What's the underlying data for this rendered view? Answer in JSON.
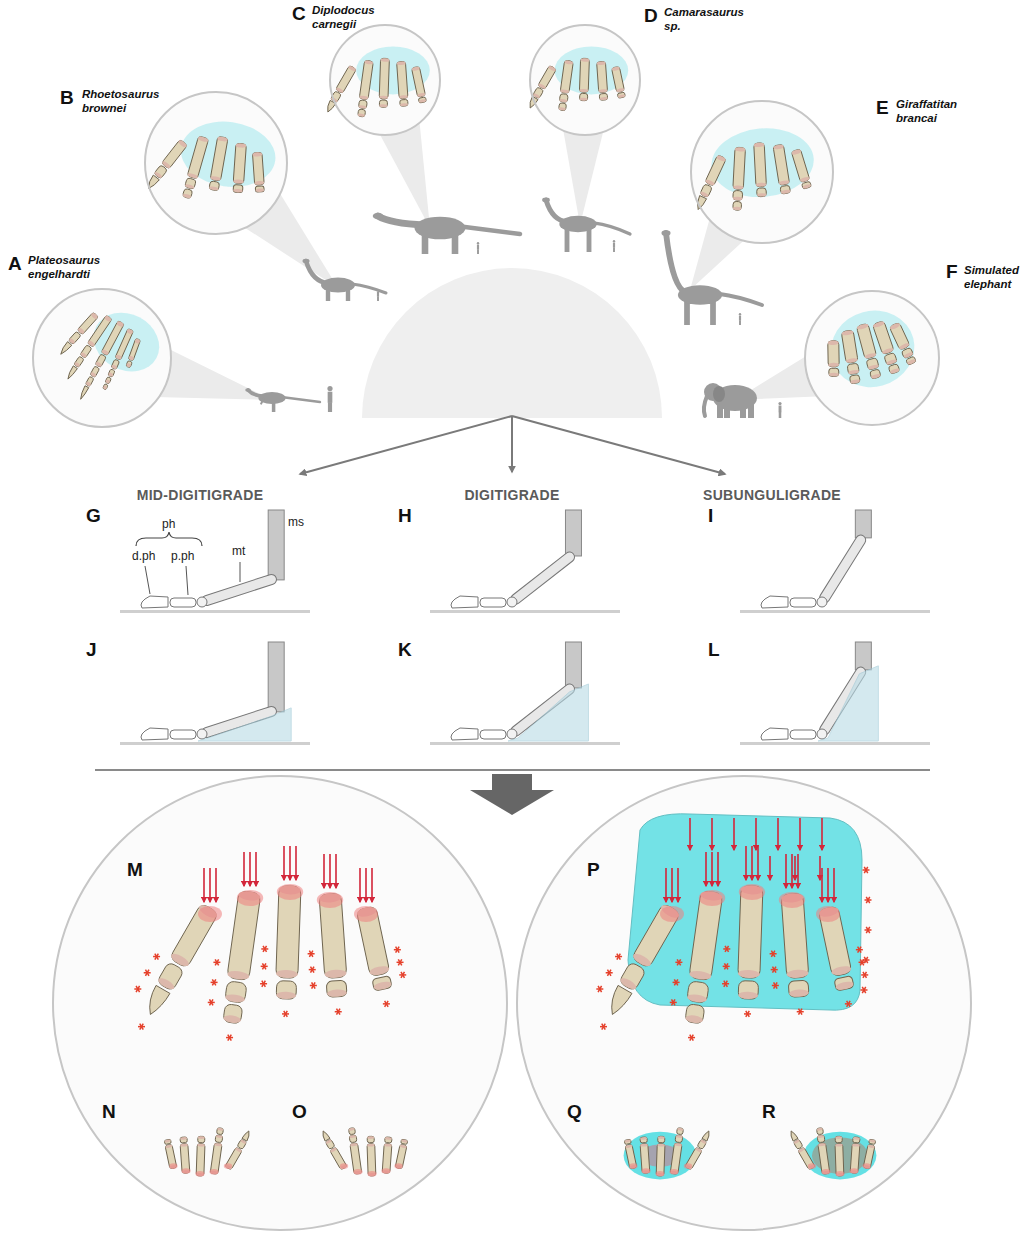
{
  "diagram": {
    "nodes": [
      {
        "text": [
          "A",
          "Plateosaurus engelhardti"
        ]
      },
      {
        "text": [
          "B",
          "Rhoetosaurus brownei"
        ]
      },
      {
        "text": [
          "C",
          "Diplodocus carnegii"
        ]
      },
      {
        "text": [
          "D",
          "Camarasaurus sp."
        ]
      },
      {
        "text": [
          "E",
          "Giraffatitan brancai"
        ]
      },
      {
        "text": [
          "F",
          "Simulated elephant"
        ]
      },
      {
        "text": [
          "M",
          "N",
          "O"
        ]
      },
      {
        "text": [
          "P",
          "Q",
          "R"
        ]
      }
    ],
    "labels": [
      "MID-DIGITIGRADE",
      "DIGITIGRADE",
      "SUBUNGULIGRADE",
      "G",
      "ph",
      "mt",
      "ms",
      "d.ph",
      "p.ph",
      "H",
      "I",
      "J",
      "K",
      "L"
    ]
  }
}
